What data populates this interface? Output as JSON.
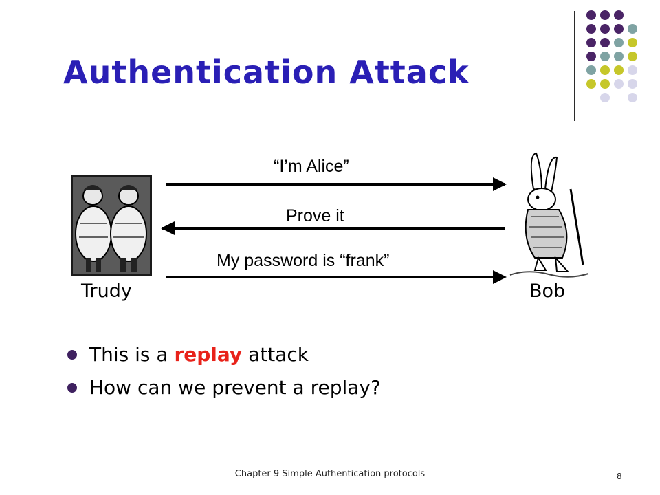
{
  "slide": {
    "title": "Authentication Attack",
    "messages": [
      {
        "text": "“I’m Alice”",
        "direction": "right"
      },
      {
        "text": "Prove it",
        "direction": "left"
      },
      {
        "text": "My password is “frank”",
        "direction": "right"
      }
    ],
    "participants": {
      "left": "Trudy",
      "right": "Bob"
    },
    "bullets": {
      "first": {
        "before": "This is a ",
        "emphasis": "replay",
        "after": " attack"
      },
      "second": "How can we prevent a replay?"
    },
    "footer": "Chapter 9 Simple Authentication protocols",
    "page_number": "8"
  },
  "colors": {
    "title": "#2a1fb5",
    "emphasis": "#e8221a",
    "bullet": "#3f2160",
    "dot_purple": "#4a2466",
    "dot_teal": "#7fa3a3",
    "dot_olive": "#c6c72a",
    "dot_lavender": "#d7d6ea"
  }
}
